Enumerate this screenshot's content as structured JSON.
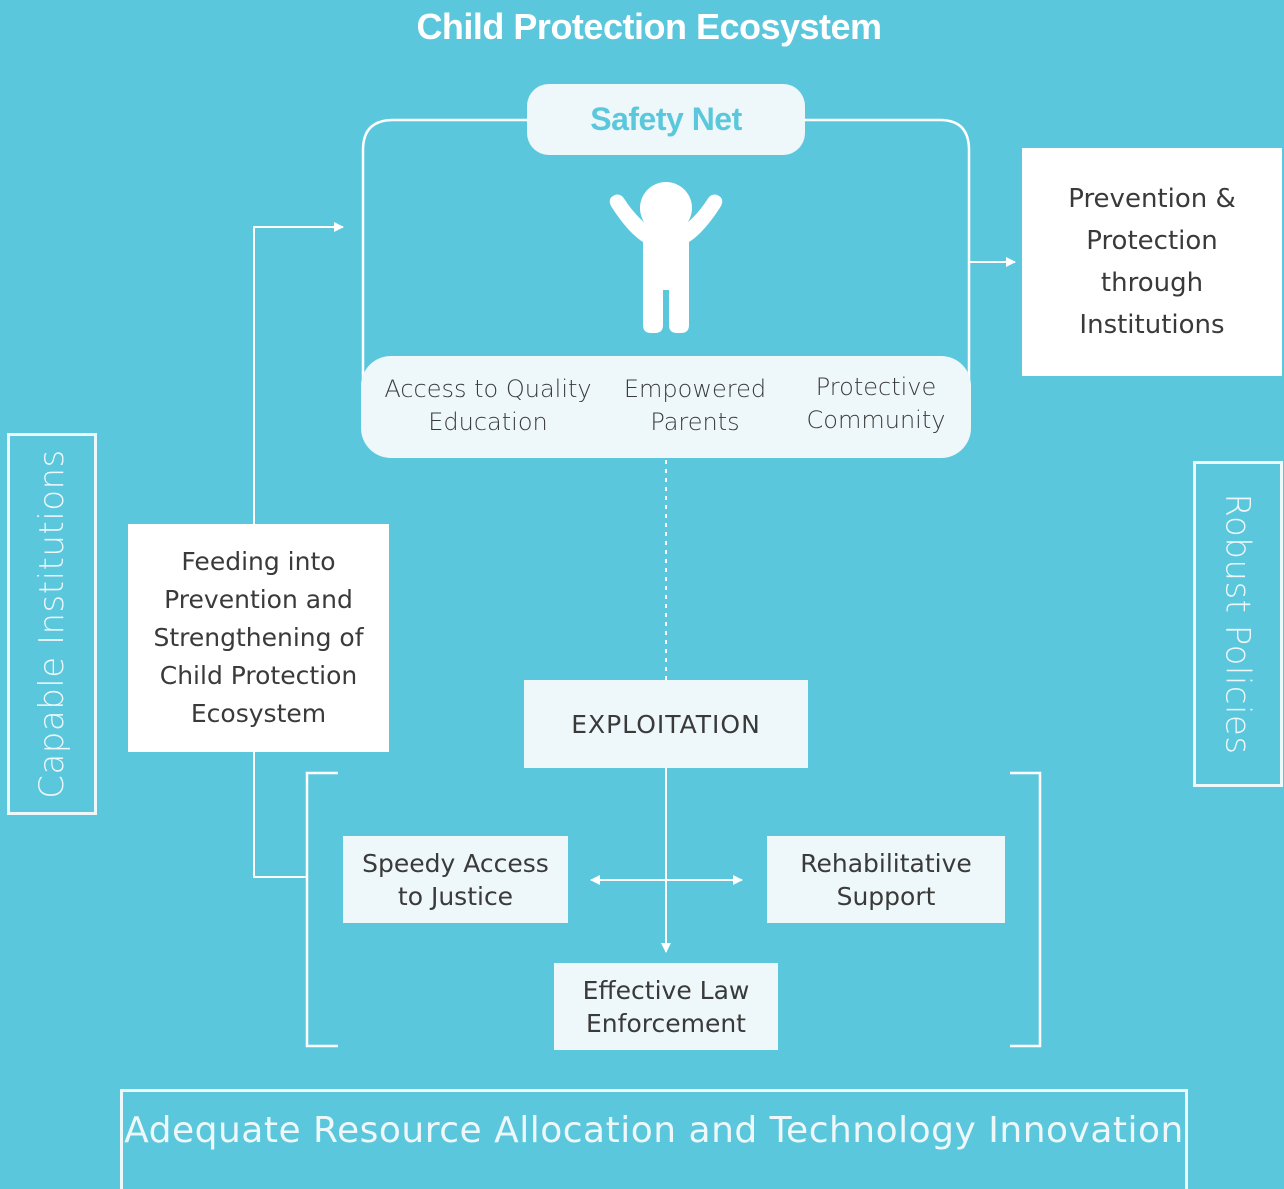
{
  "title": "Child Protection Ecosystem",
  "safety_net": {
    "label": "Safety Net",
    "pillars": [
      "Access to Quality Education",
      "Empowered Parents",
      "Protective Community"
    ]
  },
  "prevention_box": "Prevention & Protection through Institutions",
  "feeding_box": "Feeding into Prevention and Strengthening of Child Protection Ecosystem",
  "exploitation_box": "EXPLOITATION",
  "responses": {
    "justice": "Speedy Access to Justice",
    "rehabilitation": "Rehabilitative Support",
    "law_enforcement": "Effective Law Enforcement"
  },
  "left_panel": "Capable Institutions",
  "right_panel": "Robust Policies",
  "bottom_panel": "Adequate Resource Allocation and Technology Innovation",
  "icons": [
    "child-icon"
  ],
  "colors": {
    "background": "#5bc7dc",
    "panel_light": "#eef8fa",
    "box_white": "#ffffff",
    "text_dark": "#3a3a3a"
  }
}
